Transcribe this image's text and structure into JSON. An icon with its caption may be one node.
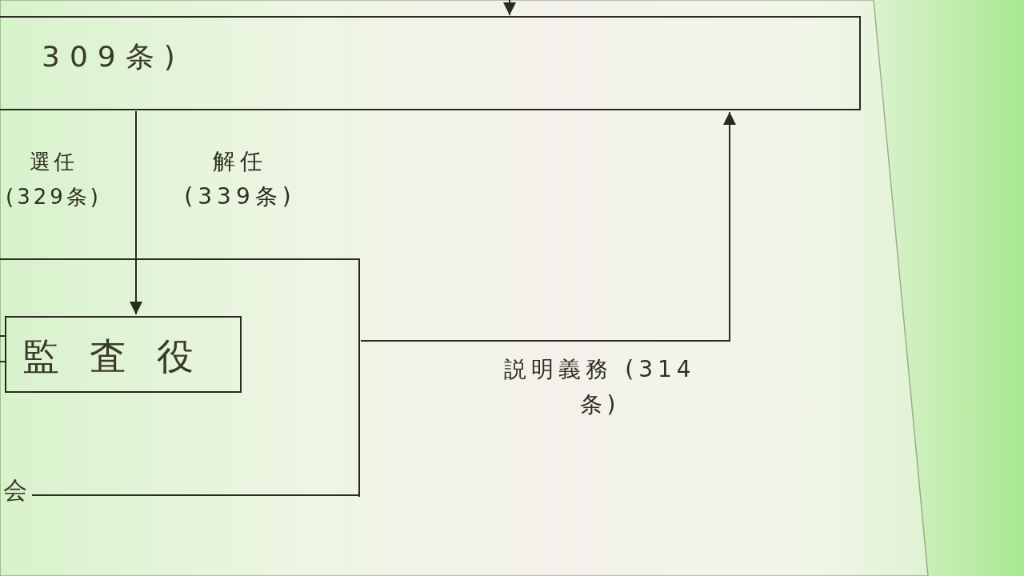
{
  "diagram": {
    "nodes": [
      {
        "text": [
          "309条)"
        ]
      },
      {
        "text": [
          "会"
        ]
      },
      {
        "text": [
          "監査役"
        ],
        "in": 1
      }
    ],
    "edges": [
      {
        "from": null,
        "to": 0,
        "arrow": "to"
      },
      {
        "from": 0,
        "to": 2,
        "arrow": "to",
        "label": "解任 (339条)"
      },
      {
        "from": 1,
        "to": 0,
        "arrow": "to",
        "label": "説明義務 (314条)"
      },
      {
        "from": null,
        "to": 2,
        "arrow": "none"
      }
    ],
    "labels": [
      "選任 (329条)"
    ]
  }
}
